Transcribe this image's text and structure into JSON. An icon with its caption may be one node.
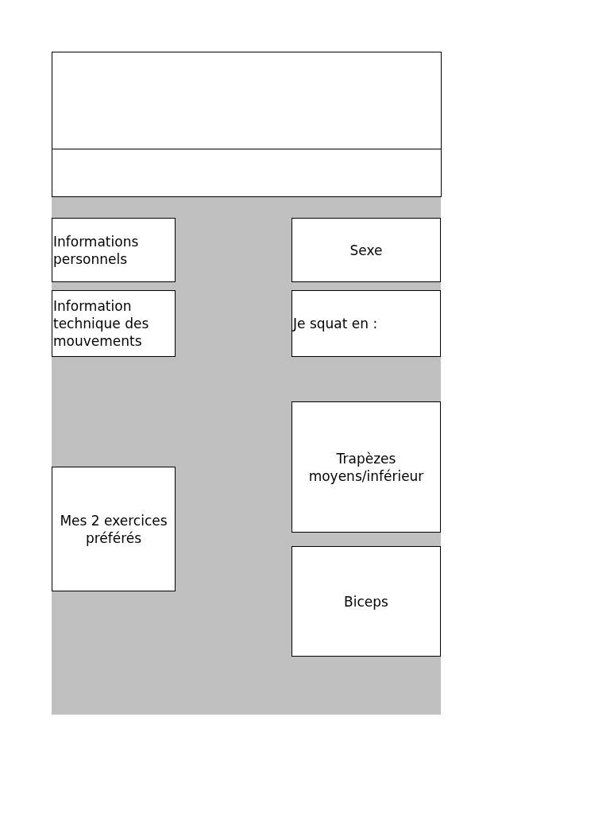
{
  "diagram": {
    "nodes": [
      {
        "text": [],
        "shape": "box"
      },
      {
        "text": [],
        "shape": "box"
      },
      {
        "text": [],
        "shape": "band"
      },
      {
        "text": [
          "Informations personnels"
        ],
        "in": 2
      },
      {
        "text": [
          "Sexe"
        ],
        "in": 2
      },
      {
        "text": [
          "Information technique des mouvements"
        ],
        "in": 2
      },
      {
        "text": [
          "Je squat en :"
        ],
        "in": 2
      },
      {
        "text": [
          "Trapèzes moyens/inférieur"
        ],
        "in": 2
      },
      {
        "text": [
          "Mes 2 exercices préférés"
        ],
        "in": 2
      },
      {
        "text": [
          "Biceps"
        ],
        "in": 2
      }
    ]
  }
}
